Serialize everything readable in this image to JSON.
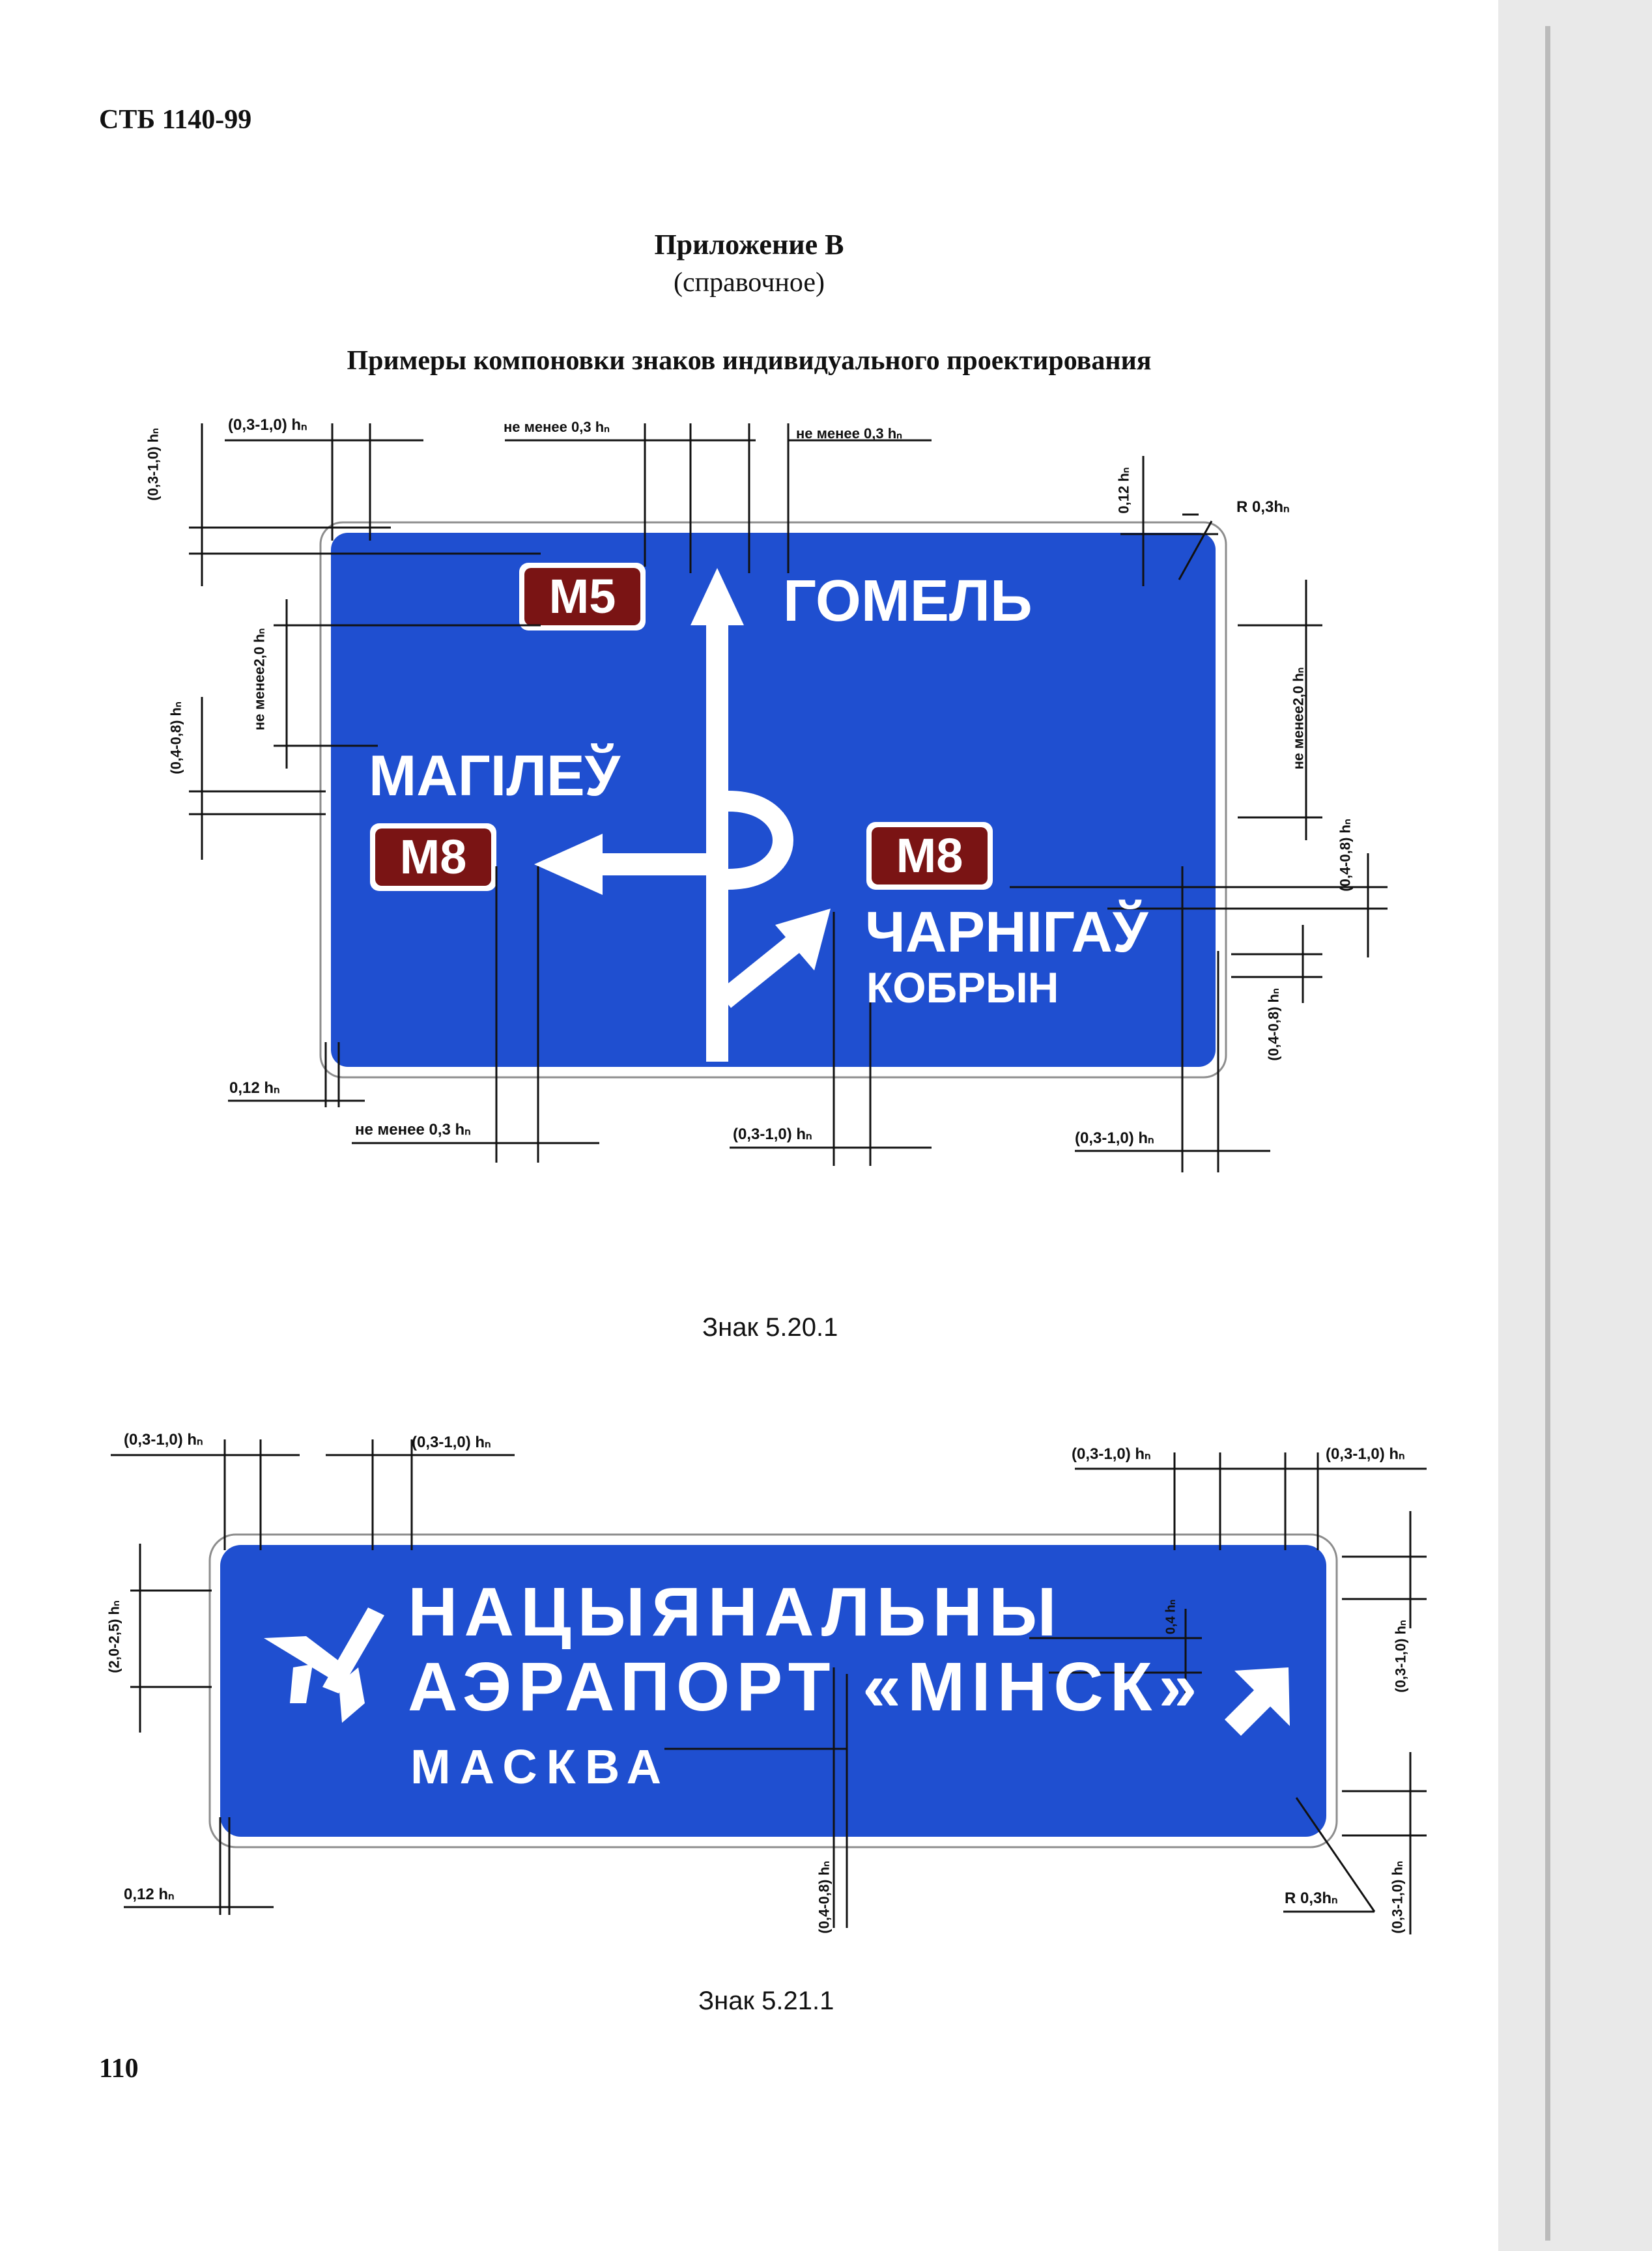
{
  "header": {
    "standard": "СТБ 1140-99"
  },
  "appendix": {
    "title": "Приложение В",
    "subtitle": "(справочное)",
    "heading": "Примеры компоновки знаков индивидуального проектирования"
  },
  "sign1": {
    "colors": {
      "background": "#1f4fd0",
      "route_badge": "#7a1414",
      "text": "#ffffff"
    },
    "route_top": "М5",
    "dest_top": "ГОМЕЛЬ",
    "dest_left": "МАГІЛЕЎ",
    "route_left": "М8",
    "route_right": "М8",
    "dest_right": "ЧАРНІГАЎ",
    "dest_right_sub": "КОБРЫН",
    "caption": "Знак 5.20.1",
    "dims": {
      "top_left": "(0,3-1,0) hₙ",
      "not_less_a": "не менее 0,3 hₙ",
      "not_less_b": "не менее 0,3 hₙ",
      "v_top_left": "(0,3-1,0) hₙ",
      "v_not_less_left": "не менее2,0 hₙ",
      "v_04_08_left": "(0,4-0,8) hₙ",
      "v_012_top": "0,12 hₙ",
      "radius": "R 0,3hₙ",
      "v_not_less_right": "не менее2,0 hₙ",
      "v_04_08_right_a": "(0,4-0,8) hₙ",
      "v_04_08_right_b": "(0,4-0,8) hₙ",
      "bottom_012": "0,12 hₙ",
      "bottom_not_less": "не менее 0,3 hₙ",
      "bottom_mid": "(0,3-1,0) hₙ",
      "bottom_right": "(0,3-1,0) hₙ"
    }
  },
  "sign2": {
    "line1": "НАЦЫЯНАЛЬНЫ",
    "line2": "АЭРАПОРТ «МІНСК»",
    "line3": "МАСКВА",
    "caption": "Знак 5.21.1",
    "dims": {
      "top_a": "(0,3-1,0) hₙ",
      "top_b": "(0,3-1,0) hₙ",
      "top_c": "(0,3-1,0) hₙ",
      "top_d": "(0,3-1,0) hₙ",
      "v_left": "(2,0-2,5) hₙ",
      "v_04": "0,4 hₙ",
      "v_right_top": "(0,3-1,0) hₙ",
      "v_bottom_mid": "(0,4-0,8) hₙ",
      "v_right_bottom": "(0,3-1,0) hₙ",
      "bottom_012": "0,12 hₙ",
      "radius": "R 0,3hₙ"
    }
  },
  "footer": {
    "page_number": "110"
  }
}
